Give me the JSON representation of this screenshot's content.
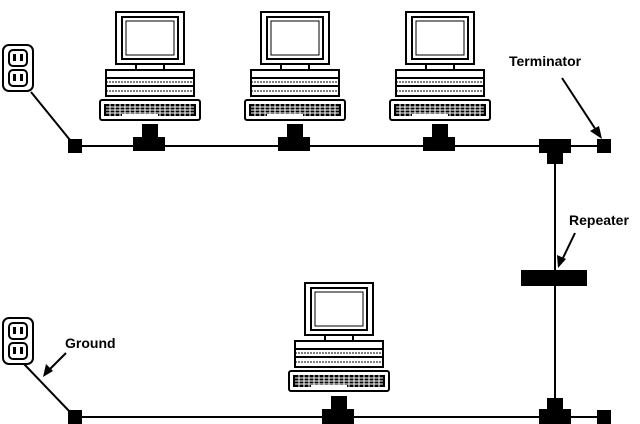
{
  "labels": {
    "terminator": "Terminator",
    "repeater": "Repeater",
    "ground": "Ground"
  },
  "components": {
    "computers": 4,
    "segments": 2,
    "wall_outlets": 2
  },
  "colors": {
    "line": "#000000",
    "background": "#ffffff"
  },
  "icons": [
    "computer-icon",
    "wall-outlet-icon",
    "terminator-icon",
    "t-connector-icon",
    "repeater-icon"
  ]
}
